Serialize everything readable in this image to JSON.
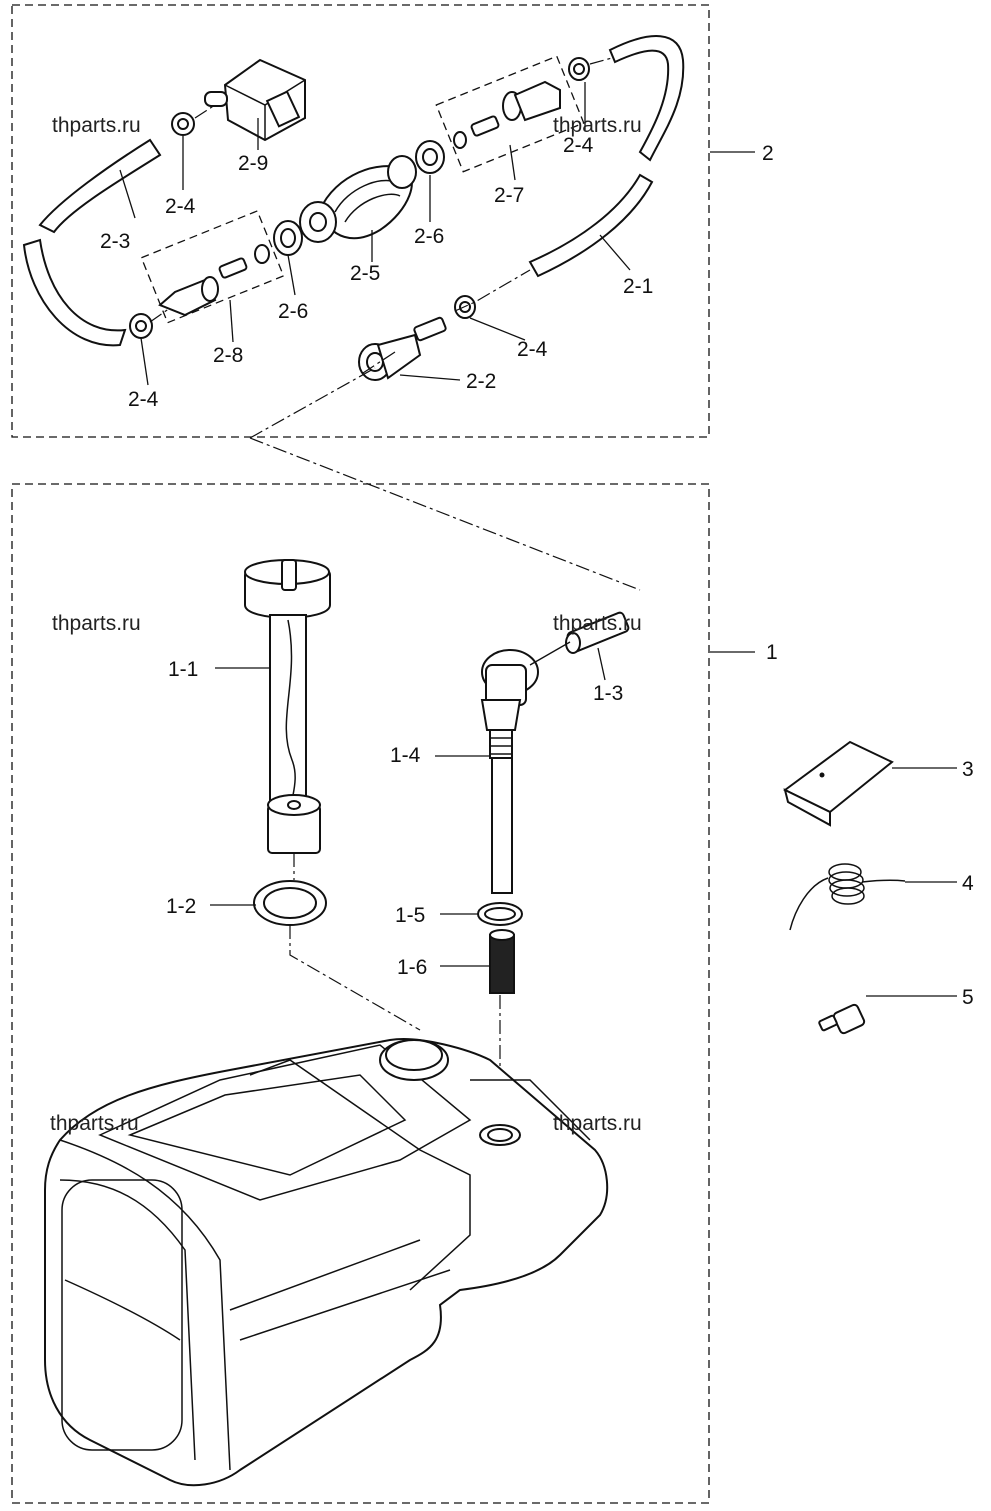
{
  "watermark": "thparts.ru",
  "group_labels": {
    "g1": "1",
    "g2": "2",
    "g3": "3",
    "g4": "4",
    "g5": "5"
  },
  "part_labels": {
    "p2_1": "2-1",
    "p2_2": "2-2",
    "p2_3": "2-3",
    "p2_4a": "2-4",
    "p2_4b": "2-4",
    "p2_4c": "2-4",
    "p2_4d": "2-4",
    "p2_5": "2-5",
    "p2_6a": "2-6",
    "p2_6b": "2-6",
    "p2_7": "2-7",
    "p2_8": "2-8",
    "p2_9": "2-9",
    "p1_1": "1-1",
    "p1_2": "1-2",
    "p1_3": "1-3",
    "p1_4": "1-4",
    "p1_5": "1-5",
    "p1_6": "1-6"
  }
}
